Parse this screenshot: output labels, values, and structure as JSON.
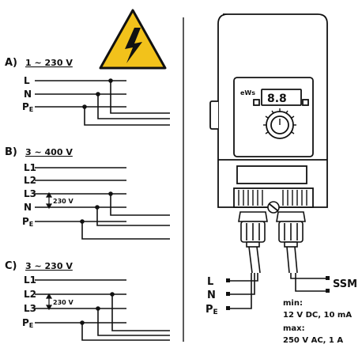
{
  "warning_icon": "high-voltage-warning-icon",
  "colors": {
    "warning_fill": "#f2c21b",
    "line": "#111111",
    "device_body": "#ffffff"
  },
  "section_a": {
    "heading_letter": "A)",
    "heading_text": "1 ~ 230 V",
    "conductors": [
      "L",
      "N",
      "P",
      "E"
    ]
  },
  "section_b": {
    "heading_letter": "B)",
    "heading_text": "3 ~ 400 V",
    "conductors": [
      "L1",
      "L2",
      "L3",
      "N",
      "P",
      "E"
    ],
    "voltage_tag": "230 V"
  },
  "section_c": {
    "heading_letter": "C)",
    "heading_text": "3 ~ 230 V",
    "conductors": [
      "L1",
      "L2",
      "L3",
      "P",
      "E"
    ],
    "voltage_tag": "230 V"
  },
  "device": {
    "display_value": "8.8",
    "brand_mark": "eWs",
    "left_terminal_labels": [
      "L",
      "N",
      "P",
      "E"
    ],
    "right_terminal_label": "SSM",
    "spec_min_label": "min:",
    "spec_min_value": "12 V DC, 10 mA",
    "spec_max_label": "max:",
    "spec_max_value": "250 V AC, 1 A"
  }
}
